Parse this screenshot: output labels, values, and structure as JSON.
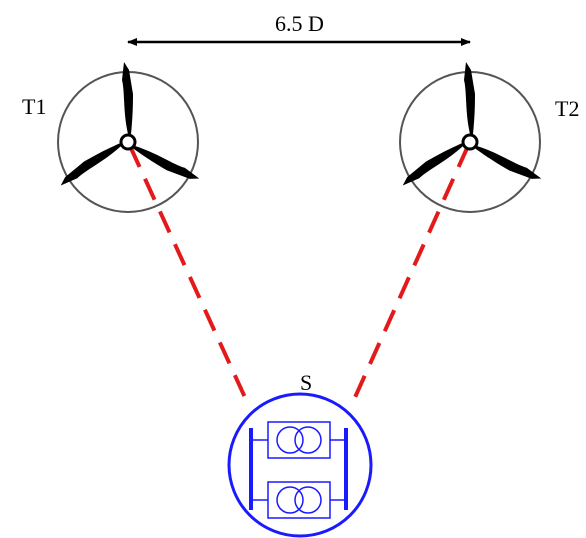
{
  "labels": {
    "distance": "6.5 D",
    "turbine_1": "T1",
    "turbine_2": "T2",
    "substation": "S"
  },
  "colors": {
    "cable": "#e31a1c",
    "substation": "#1a1aff",
    "turbine_outline": "#555555",
    "blade": "#000000"
  }
}
